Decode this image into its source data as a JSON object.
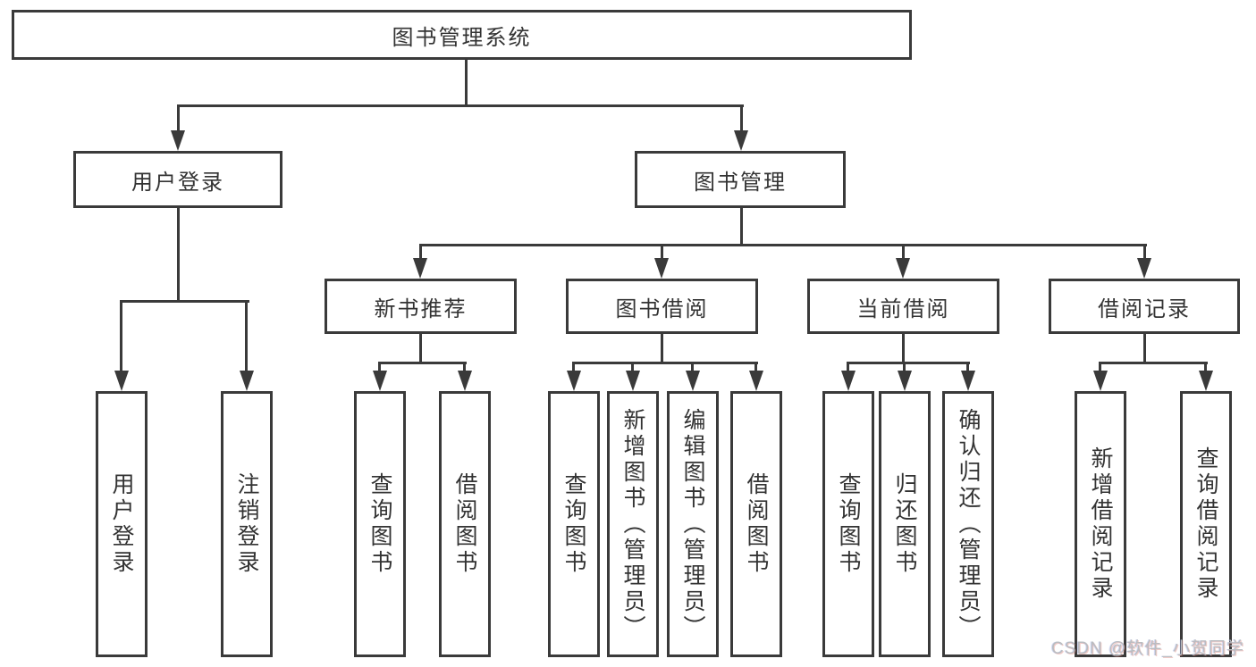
{
  "diagram_title": "图书管理系统",
  "nodes": {
    "root": {
      "label": "图书管理系统"
    },
    "login": {
      "label": "用户登录"
    },
    "mgmt": {
      "label": "图书管理"
    },
    "newbook": {
      "label": "新书推荐"
    },
    "borrow": {
      "label": "图书借阅"
    },
    "current": {
      "label": "当前借阅"
    },
    "records": {
      "label": "借阅记录"
    },
    "user_login": {
      "label": "用户登录"
    },
    "logout": {
      "label": "注销登录"
    },
    "nb_query": {
      "label": "查询图书"
    },
    "nb_borrow": {
      "label": "借阅图书"
    },
    "bb_query": {
      "label": "查询图书"
    },
    "bb_add": {
      "label": "新增图书（管理员）"
    },
    "bb_edit": {
      "label": "编辑图书（管理员）"
    },
    "bb_borrow": {
      "label": "借阅图书"
    },
    "cb_query": {
      "label": "查询图书"
    },
    "cb_return": {
      "label": "归还图书"
    },
    "cb_confirm": {
      "label": "确认归还（管理员）"
    },
    "rec_add": {
      "label": "新增借阅记录"
    },
    "rec_query": {
      "label": "查询借阅记录"
    }
  },
  "structure": {
    "root": {
      "children": [
        "login",
        "mgmt"
      ]
    },
    "login": {
      "children": [
        "user_login",
        "logout"
      ]
    },
    "mgmt": {
      "children": [
        "newbook",
        "borrow",
        "current",
        "records"
      ]
    },
    "newbook": {
      "children": [
        "nb_query",
        "nb_borrow"
      ]
    },
    "borrow": {
      "children": [
        "bb_query",
        "bb_add",
        "bb_edit",
        "bb_borrow"
      ]
    },
    "current": {
      "children": [
        "cb_query",
        "cb_return",
        "cb_confirm"
      ]
    },
    "records": {
      "children": [
        "rec_add",
        "rec_query"
      ]
    }
  },
  "watermark": "CSDN @软件_小贺同学",
  "colors": {
    "line": "#3a3a3a",
    "text": "#333333",
    "background": "#ffffff",
    "watermark": "#babdc1"
  }
}
